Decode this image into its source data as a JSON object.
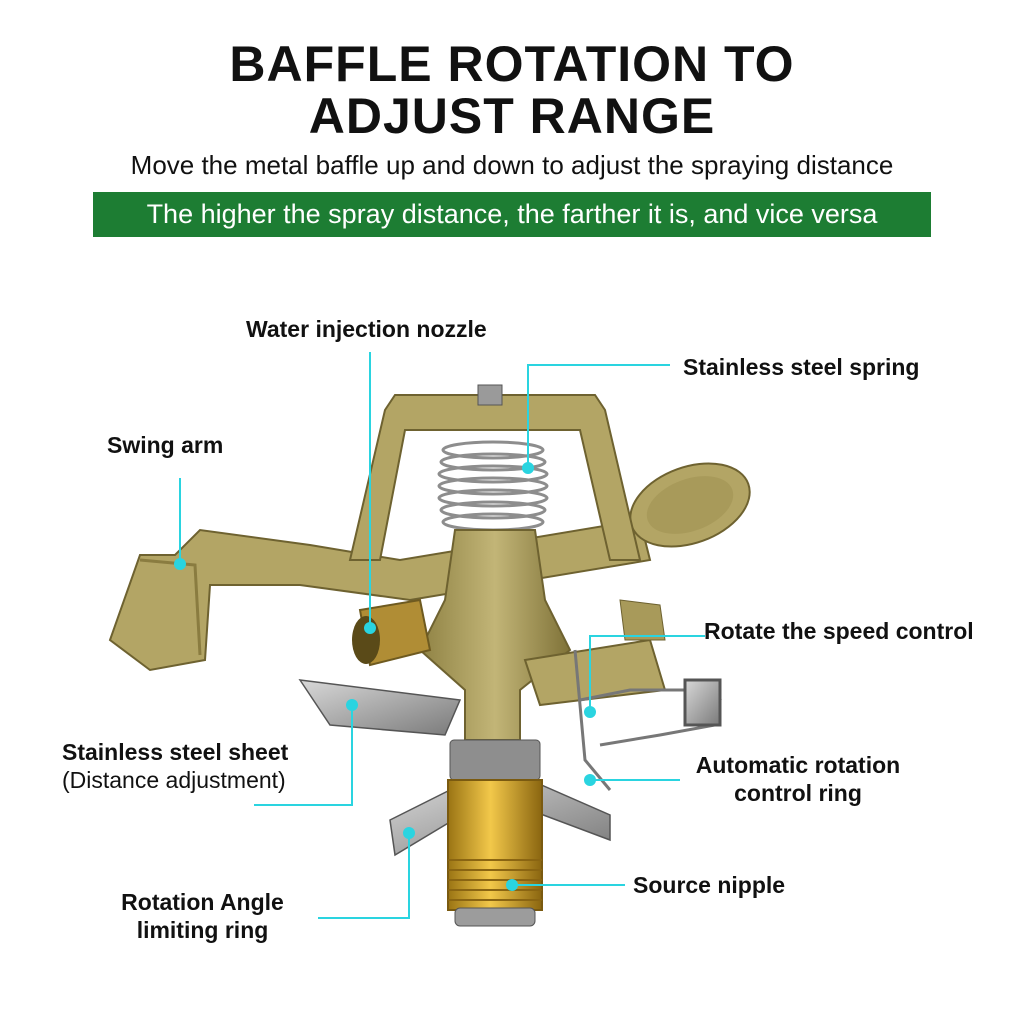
{
  "header": {
    "title_line1": "BAFFLE ROTATION TO",
    "title_line2": "ADJUST RANGE",
    "subtitle": "Move the metal baffle up and down to adjust the spraying distance",
    "banner": "The higher the spray distance, the farther it is, and vice versa"
  },
  "labels": {
    "water_nozzle": "Water injection nozzle",
    "spring": "Stainless steel spring",
    "swing_arm": "Swing arm",
    "speed_control": "Rotate the speed control",
    "sheet": "Stainless steel sheet",
    "sheet_note": "(Distance adjustment)",
    "auto_ring_1": "Automatic rotation",
    "auto_ring_2": "control ring",
    "source_nipple": "Source nipple",
    "angle_ring_1": "Rotation Angle",
    "angle_ring_2": "limiting ring"
  },
  "colors": {
    "body": "#b3a565",
    "body_dark": "#8a7c40",
    "brass": "#d4a52a",
    "leader": "#2ad4e0",
    "banner": "#1d7d33"
  }
}
